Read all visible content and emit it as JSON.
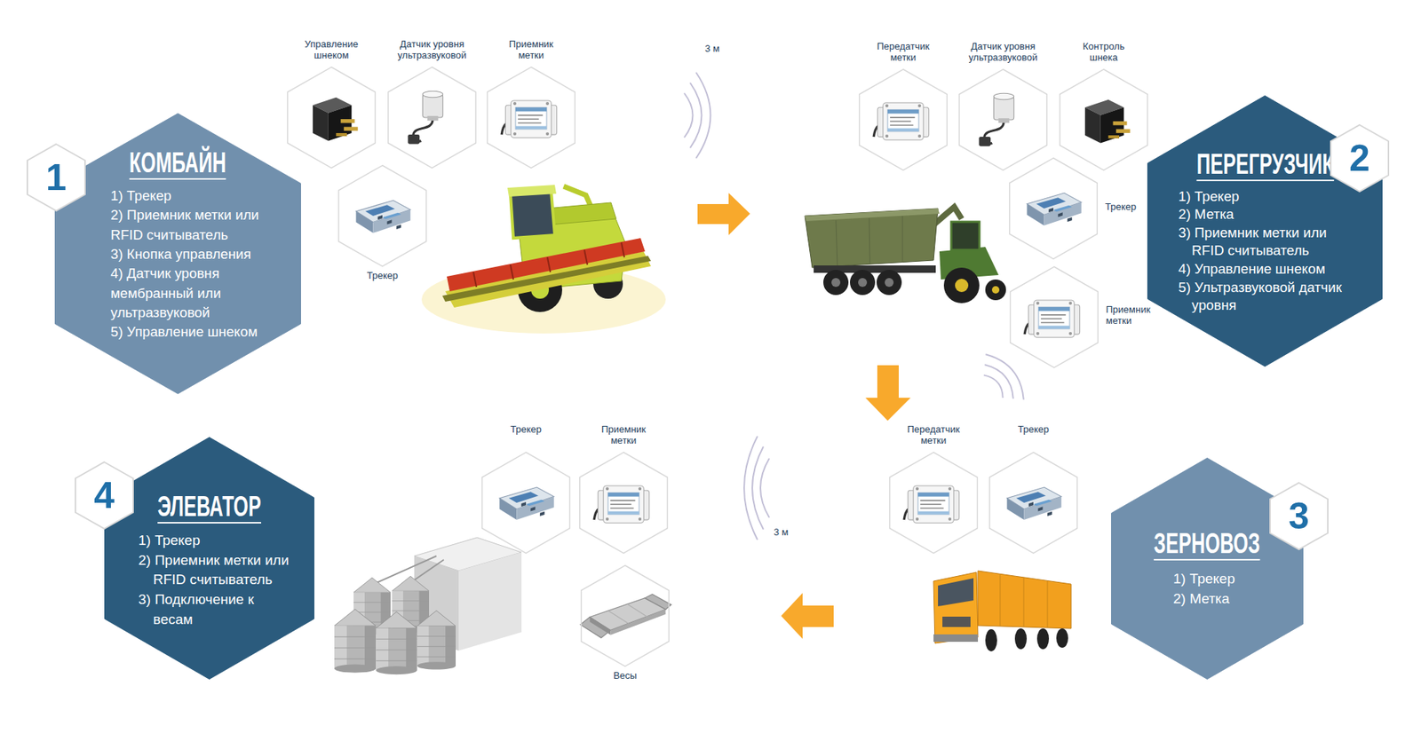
{
  "diagram": {
    "nodes": [
      {
        "text": [
          "КОМБАЙН",
          "1) Трекер",
          "2) Приемник метки или RFID считыватель",
          "3) Кнопка управления",
          "4) Датчик уровня мембранный или ультразвуковой",
          "5) Управление шнеком"
        ]
      },
      {
        "text": [
          "1"
        ]
      },
      {
        "text": [
          "Управление шнеком"
        ]
      },
      {
        "text": [
          "Датчик уровня ультразвуковой"
        ]
      },
      {
        "text": [
          "Приемник метки"
        ]
      },
      {
        "text": [
          "Трекер"
        ]
      },
      {
        "text": [
          "Передатчик метки"
        ]
      },
      {
        "text": [
          "Датчик уровня ультразвуковой"
        ]
      },
      {
        "text": [
          "Контроль шнека"
        ]
      },
      {
        "text": [
          "2"
        ]
      },
      {
        "text": [
          "ПЕРЕГРУЗЧИК",
          "1) Трекер",
          "2) Метка",
          "3) Приемник метки или RFID считыватель",
          "4) Управление шнеком",
          "5) Ультразвуковой датчик уровня"
        ]
      },
      {
        "text": [
          "Трекер"
        ]
      },
      {
        "text": [
          "Приемник метки"
        ]
      },
      {
        "text": [
          "Передатчик метки"
        ]
      },
      {
        "text": [
          "Трекер"
        ]
      },
      {
        "text": [
          "3"
        ]
      },
      {
        "text": [
          "ЗЕРНОВОЗ",
          "1) Трекер",
          "2) Метка"
        ]
      },
      {
        "text": [
          "Трекер"
        ]
      },
      {
        "text": [
          "Приемник метки"
        ]
      },
      {
        "text": [
          "4"
        ]
      },
      {
        "text": [
          "ЭЛЕВАТОР",
          "1) Трекер",
          "2) Приемник метки или RFID считыватель",
          "3) Подключение к весам"
        ]
      },
      {
        "text": [
          "Весы"
        ]
      }
    ],
    "labels": [
      "3 м",
      "3 м"
    ]
  }
}
